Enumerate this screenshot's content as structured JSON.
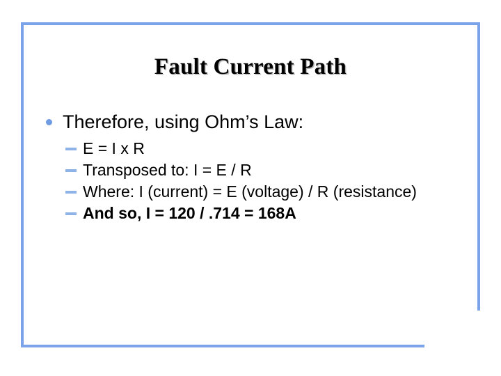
{
  "slide": {
    "title": "Fault Current Path",
    "accent_color": "#7BA3EA",
    "bullet_color": "#6F9BE3",
    "dash_color": "#8FB2E8",
    "text_color": "#000000",
    "background_color": "#FFFFFF",
    "bullets": [
      {
        "level": 1,
        "marker": "dot-bullet",
        "text": "Therefore, using Ohm’s Law:"
      },
      {
        "level": 2,
        "marker": "dash-bullet",
        "text": "E = I x R",
        "bold": false
      },
      {
        "level": 2,
        "marker": "dash-bullet",
        "text": "Transposed to:  I = E / R",
        "bold": false
      },
      {
        "level": 2,
        "marker": "dash-bullet",
        "text": "Where:  I (current) = E (voltage) / R (resistance)",
        "bold": false
      },
      {
        "level": 2,
        "marker": "dash-bullet",
        "text": "And so, I = 120 / .714 = 168A",
        "bold": true
      }
    ]
  }
}
